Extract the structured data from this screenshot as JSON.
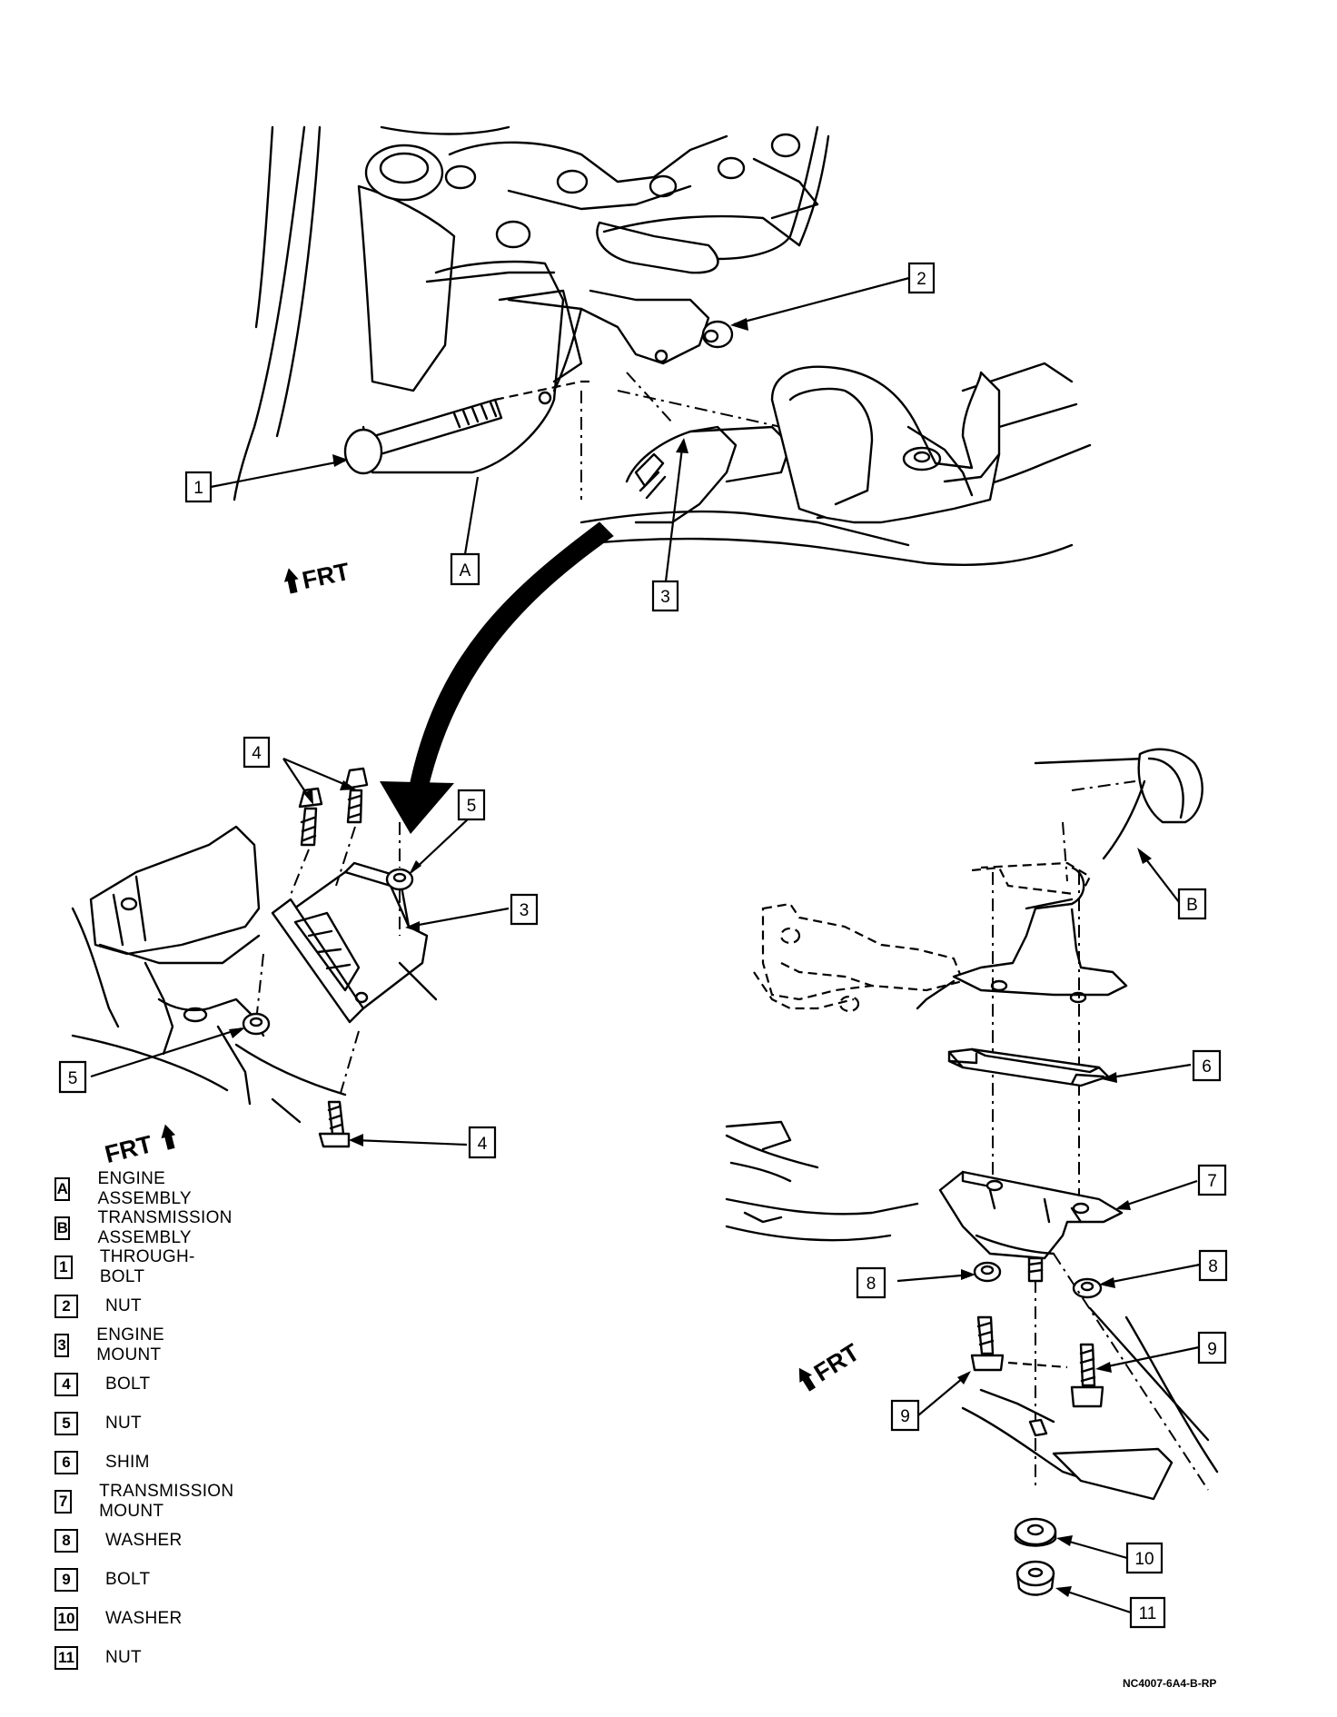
{
  "callouts": {
    "c1": "1",
    "c2": "2",
    "c3_top": "3",
    "cA": "A",
    "c4_top": "4",
    "c5_top": "5",
    "c3_mid": "3",
    "c5_left": "5",
    "c4_bottom": "4",
    "cB": "B",
    "c6": "6",
    "c7": "7",
    "c8_right": "8",
    "c8_left": "8",
    "c9_right": "9",
    "c9_left": "9",
    "c10": "10",
    "c11": "11"
  },
  "frt_label": "FRT",
  "legend": [
    {
      "key": "A",
      "label": "ENGINE ASSEMBLY"
    },
    {
      "key": "B",
      "label": "TRANSMISSION ASSEMBLY"
    },
    {
      "key": "1",
      "label": "THROUGH-BOLT"
    },
    {
      "key": "2",
      "label": "NUT"
    },
    {
      "key": "3",
      "label": "ENGINE MOUNT"
    },
    {
      "key": "4",
      "label": "BOLT"
    },
    {
      "key": "5",
      "label": "NUT"
    },
    {
      "key": "6",
      "label": "SHIM"
    },
    {
      "key": "7",
      "label": "TRANSMISSION MOUNT"
    },
    {
      "key": "8",
      "label": "WASHER"
    },
    {
      "key": "9",
      "label": "BOLT"
    },
    {
      "key": "10",
      "label": "WASHER"
    },
    {
      "key": "11",
      "label": "NUT"
    }
  ],
  "figure_code": "NC4007-6A4-B-RP"
}
